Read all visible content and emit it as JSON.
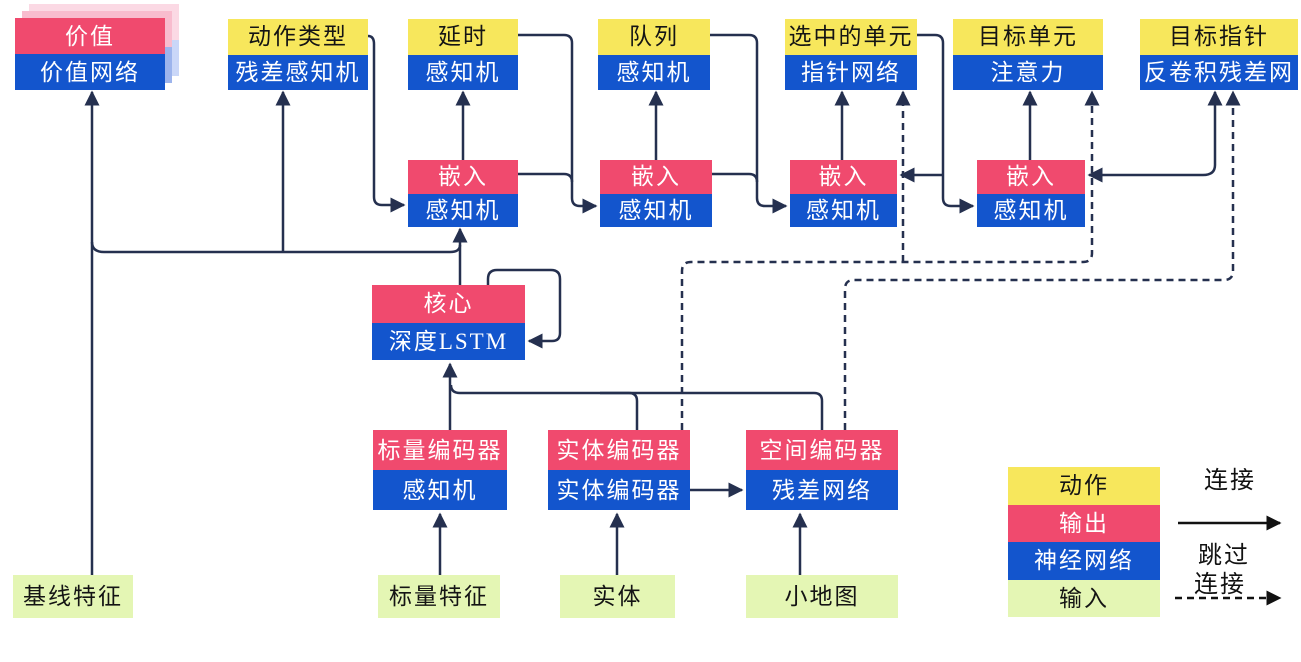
{
  "palette": {
    "action_yellow": "#F7E75C",
    "output_red": "#F04A6E",
    "network_blue": "#1355CD",
    "input_green": "#E4F6B4",
    "line_navy": "#25304F",
    "shadow_pink_near": "#F8BCCE",
    "shadow_pink_far": "#FBD9E4",
    "shadow_blue_near": "#9DB4EC",
    "shadow_blue_far": "#CAD7F8"
  },
  "heads": [
    {
      "action": "价值",
      "network": "价值网络"
    },
    {
      "action": "动作类型",
      "network": "残差感知机"
    },
    {
      "action": "延时",
      "network": "感知机"
    },
    {
      "action": "队列",
      "network": "感知机"
    },
    {
      "action": "选中的单元",
      "network": "指针网络"
    },
    {
      "action": "目标单元",
      "network": "注意力"
    },
    {
      "action": "目标指针",
      "network": "反卷积残差网"
    }
  ],
  "embeds": [
    {
      "output": "嵌入",
      "network": "感知机"
    },
    {
      "output": "嵌入",
      "network": "感知机"
    },
    {
      "output": "嵌入",
      "network": "感知机"
    },
    {
      "output": "嵌入",
      "network": "感知机"
    }
  ],
  "core": {
    "output": "核心",
    "network": "深度LSTM"
  },
  "encoders": [
    {
      "output": "标量编码器",
      "network": "感知机"
    },
    {
      "output": "实体编码器",
      "network": "实体编码器"
    },
    {
      "output": "空间编码器",
      "network": "残差网络"
    }
  ],
  "inputs": [
    "基线特征",
    "标量特征",
    "实体",
    "小地图"
  ],
  "legend": {
    "action": "动作",
    "output": "输出",
    "network": "神经网络",
    "input": "输入",
    "connection": "连接",
    "skip_line1": "跳过",
    "skip_line2": "连接"
  }
}
